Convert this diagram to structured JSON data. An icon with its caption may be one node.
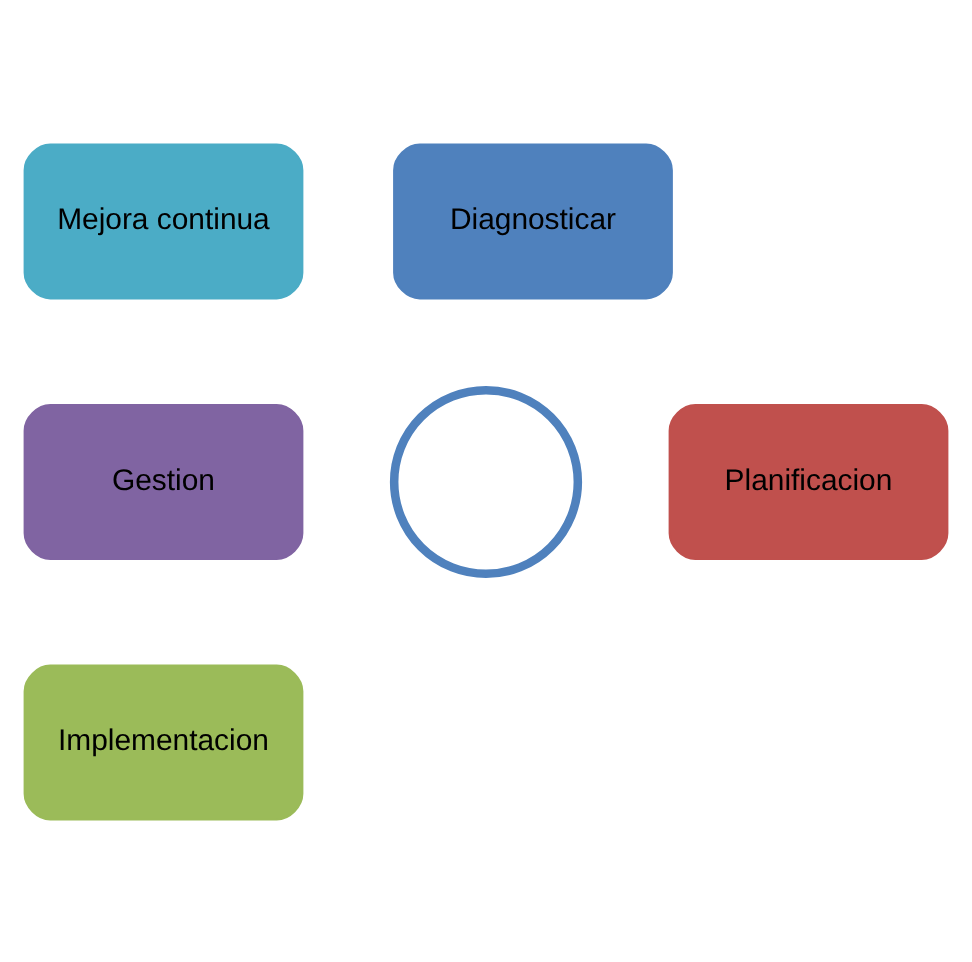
{
  "diagram": {
    "nodes": [
      {
        "text": [
          "Mejora continua"
        ]
      },
      {
        "text": [
          "Diagnosticar"
        ]
      },
      {
        "text": [],
        "shape": "circle"
      },
      {
        "text": [
          "Gestion"
        ]
      },
      {
        "text": [
          "Planificacion"
        ]
      },
      {
        "text": [
          "Implementacion"
        ]
      }
    ],
    "edges": []
  }
}
